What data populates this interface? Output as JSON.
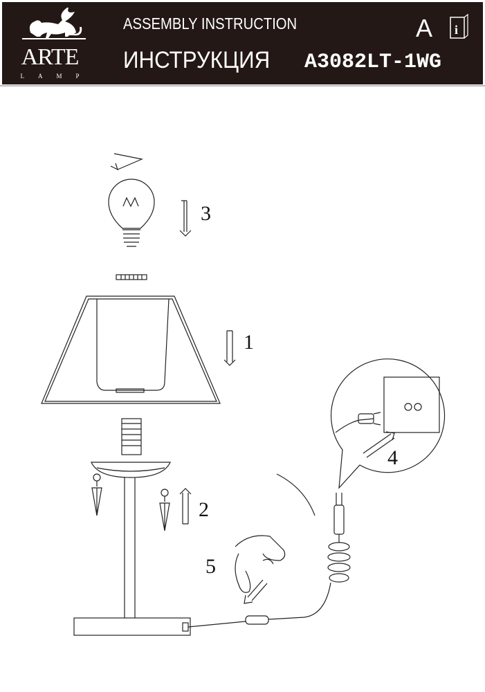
{
  "header": {
    "brand": "ARTE",
    "brand_sub": "LAMP",
    "title_en": "ASSEMBLY INSTRUCTION",
    "title_ru": "ИНСТРУКЦИЯ",
    "model": "A3082LT-1WG",
    "version_letter": "A",
    "info_icon": "instruction-book-icon"
  },
  "steps": {
    "step1": "1",
    "step2": "2",
    "step3": "3",
    "step4": "4",
    "step5": "5"
  },
  "colors": {
    "header_bg": "#231815",
    "line": "#222222"
  }
}
